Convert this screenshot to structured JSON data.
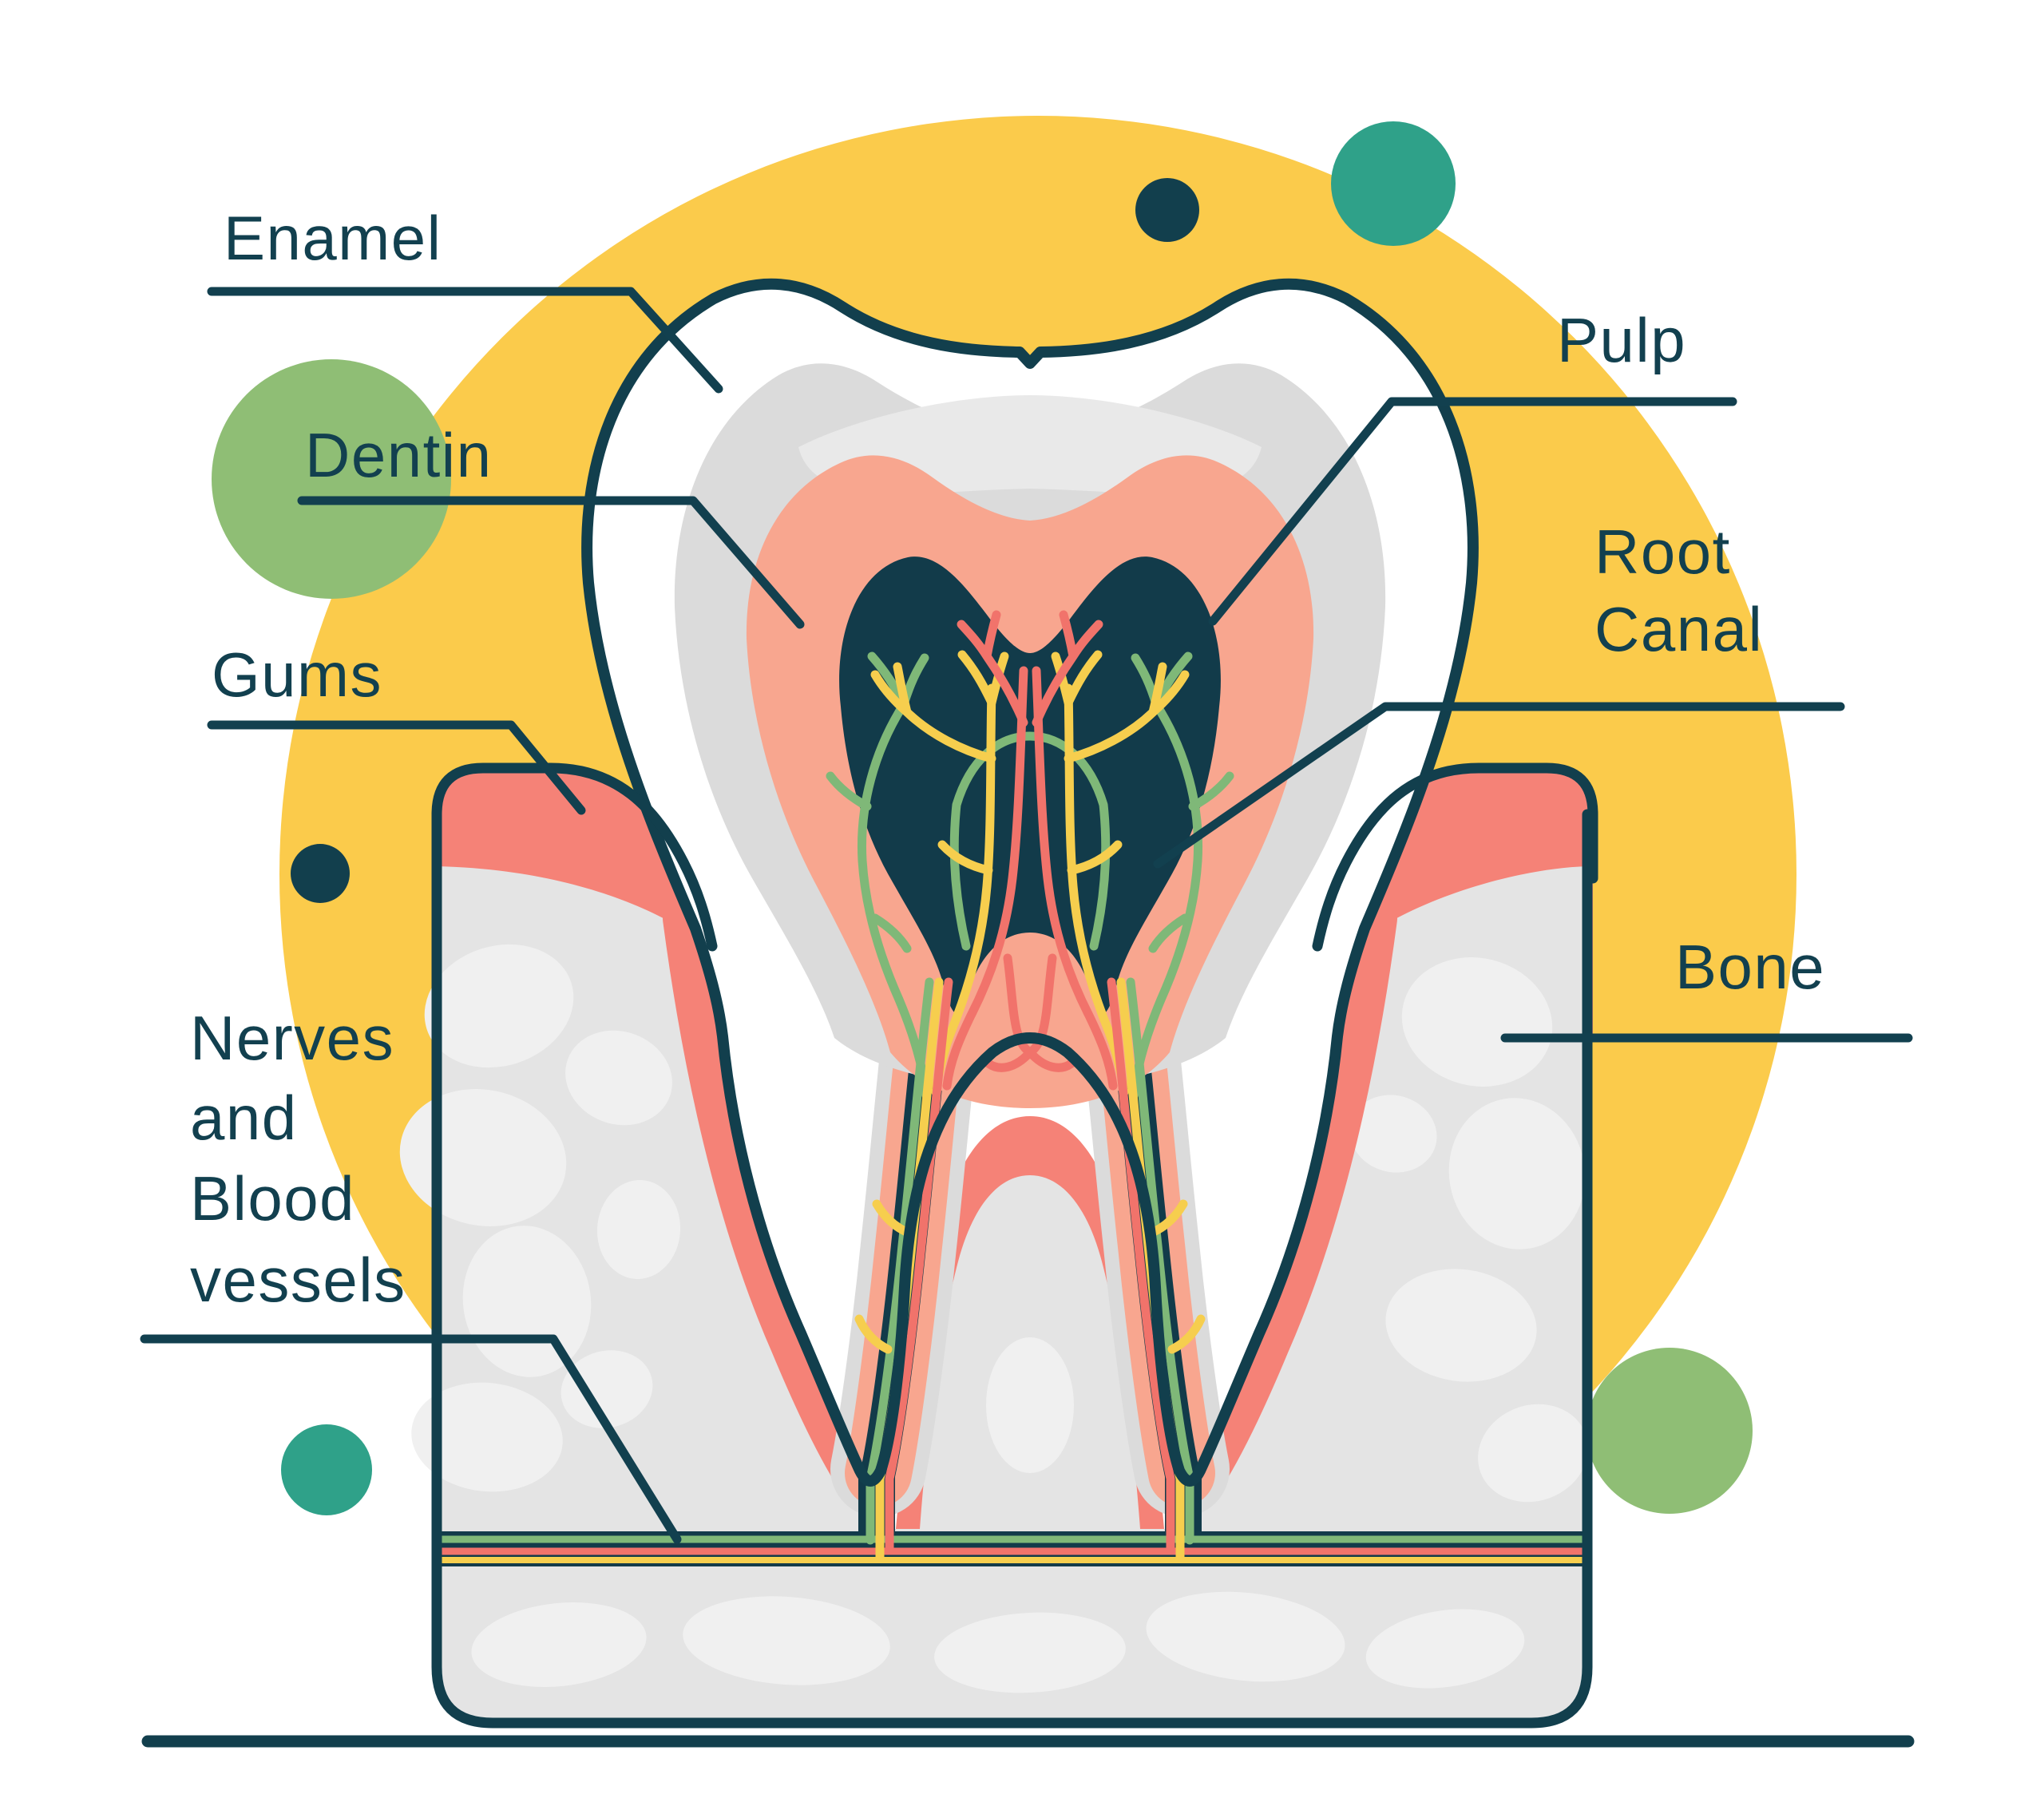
{
  "diagram": {
    "subject": "tooth-anatomy-cross-section",
    "labels": {
      "enamel": {
        "text": "Enamel"
      },
      "dentin": {
        "text": "Dentin"
      },
      "gums": {
        "text": "Gums"
      },
      "nerves_blood_vessels": {
        "lines": [
          "Nerves",
          "and",
          "Blood",
          "vessels"
        ]
      },
      "pulp": {
        "text": "Pulp"
      },
      "root_canal": {
        "lines": [
          "Root",
          "Canal"
        ]
      },
      "bone": {
        "text": "Bone"
      }
    },
    "regions": [
      {
        "name": "Enamel",
        "color": "#ffffff"
      },
      {
        "name": "Dentin",
        "color": "#dbdbdb"
      },
      {
        "name": "Pulp",
        "color": "#123b4a"
      },
      {
        "name": "Gums",
        "color": "#f58277"
      },
      {
        "name": "Root Canal",
        "color": "#123b4a"
      },
      {
        "name": "Bone",
        "color": "#e4e4e4"
      },
      {
        "name": "Nerves and Blood vessels",
        "color": "#7fb878 / #f6ce4e / #f1736b"
      }
    ]
  },
  "colors": {
    "ink": "#12404f",
    "outline": "#123f4d",
    "pulp_navy": "#123b4a",
    "yellow_circle": "#fbcb4b",
    "gum_coral": "#f58277",
    "inner_salmon": "#f8a68f",
    "dentin_gray": "#dbdbdb",
    "dentin_highlight": "#e9e9e9",
    "bone_gray": "#e4e4e4",
    "bone_highlight": "#f0f0f0",
    "vessel_green": "#7fb878",
    "vessel_yellow": "#f6ce4e",
    "vessel_salmon": "#f1736b",
    "teal_circle": "#2fa189",
    "green_circle": "#8fbe75",
    "enamel_white": "#ffffff"
  }
}
